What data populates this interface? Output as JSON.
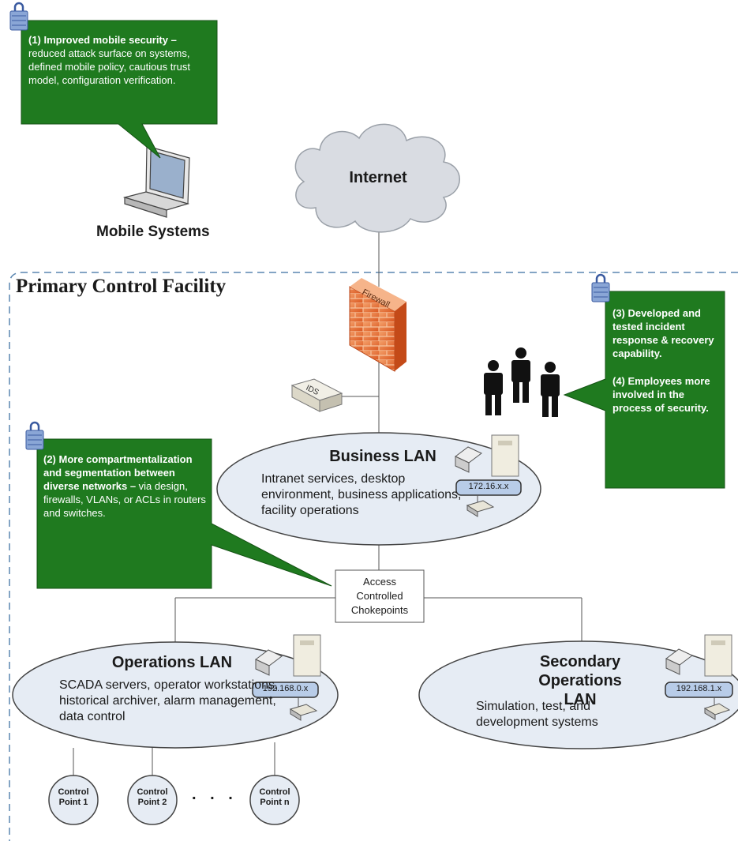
{
  "heading": "Primary Control Facility",
  "internet": {
    "label": "Internet"
  },
  "mobile": {
    "label": "Mobile Systems"
  },
  "firewall": {
    "label": "Firewall"
  },
  "ids": {
    "label": "IDS"
  },
  "callout1": {
    "bold": "(1) Improved mobile security – ",
    "text": "reduced attack surface on systems, defined mobile policy, cautious trust model, configuration verification."
  },
  "callout2": {
    "bold": "(2) More compartmentalization and segmentation between diverse networks – ",
    "text": "via design, firewalls, VLANs, or ACLs in routers and switches."
  },
  "callout3": {
    "part1": "(3) Developed and tested incident response & recovery capability.",
    "part2": "(4) Employees more involved in the process of security."
  },
  "business_lan": {
    "title": "Business LAN",
    "description": "Intranet services, desktop environment, business applications, facility operations",
    "ip": "172.16.x.x"
  },
  "operations_lan": {
    "title": "Operations LAN",
    "description": "SCADA servers, operator workstations, historical archiver, alarm management, data control",
    "ip": "192.168.0.x"
  },
  "secondary_lan": {
    "title": "Secondary Operations LAN",
    "description": "Simulation, test, and development systems",
    "ip": "192.168.1.x"
  },
  "chokepoint": {
    "label": "Access Controlled Chokepoints"
  },
  "control_points": [
    "Control Point 1",
    "Control Point 2",
    "Control Point n"
  ],
  "ellipsis": ". . .",
  "colors": {
    "callout": "#1f7a1f",
    "ellipse_fill": "#e6ecf4",
    "cloud_fill": "#d9dce2",
    "dashed_border": "#5a86b0",
    "firewall": "#e8743b"
  }
}
